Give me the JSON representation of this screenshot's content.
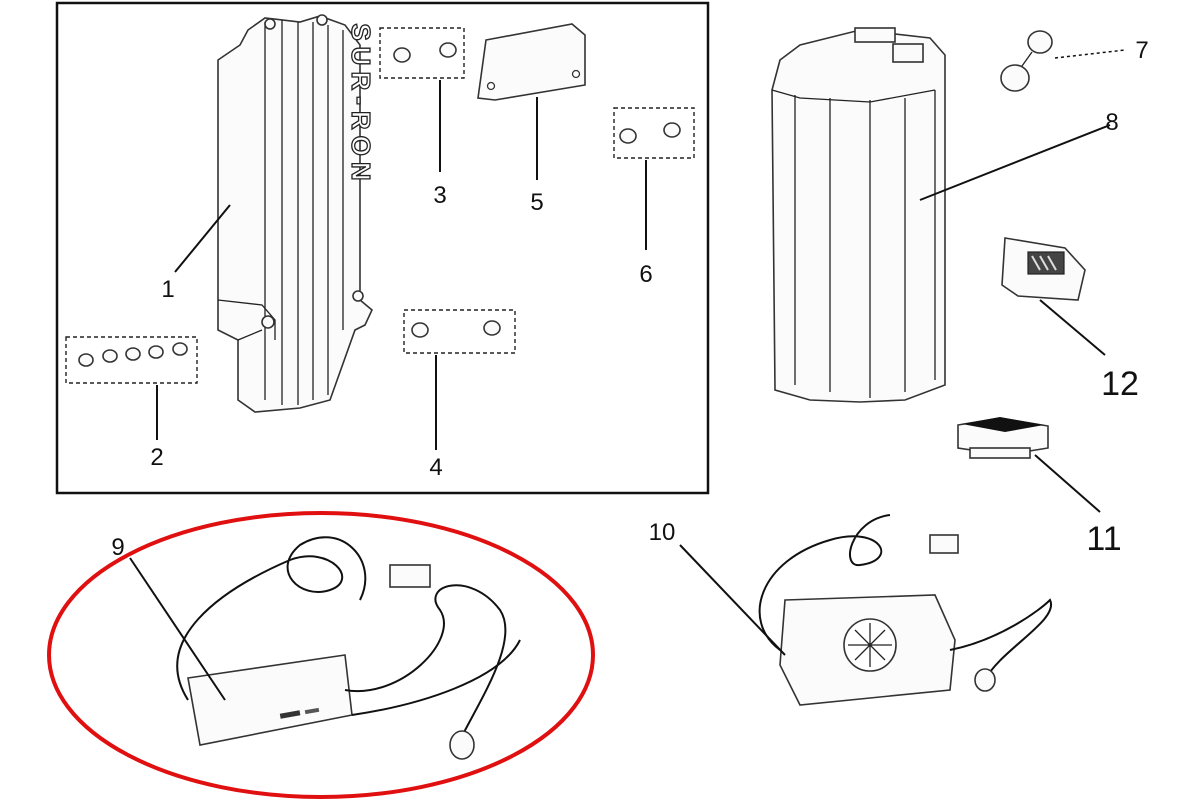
{
  "diagram": {
    "brand_text": "SUR-RON",
    "colors": {
      "highlight": "#e01010",
      "ink": "#111111",
      "frame": "#111111"
    },
    "callouts": [
      {
        "id": "1",
        "label": "1"
      },
      {
        "id": "2",
        "label": "2"
      },
      {
        "id": "3",
        "label": "3"
      },
      {
        "id": "4",
        "label": "4"
      },
      {
        "id": "5",
        "label": "5"
      },
      {
        "id": "6",
        "label": "6"
      },
      {
        "id": "7",
        "label": "7"
      },
      {
        "id": "8",
        "label": "8"
      },
      {
        "id": "9",
        "label": "9"
      },
      {
        "id": "10",
        "label": "10"
      },
      {
        "id": "11",
        "label": "11"
      },
      {
        "id": "12",
        "label": "12"
      }
    ]
  }
}
